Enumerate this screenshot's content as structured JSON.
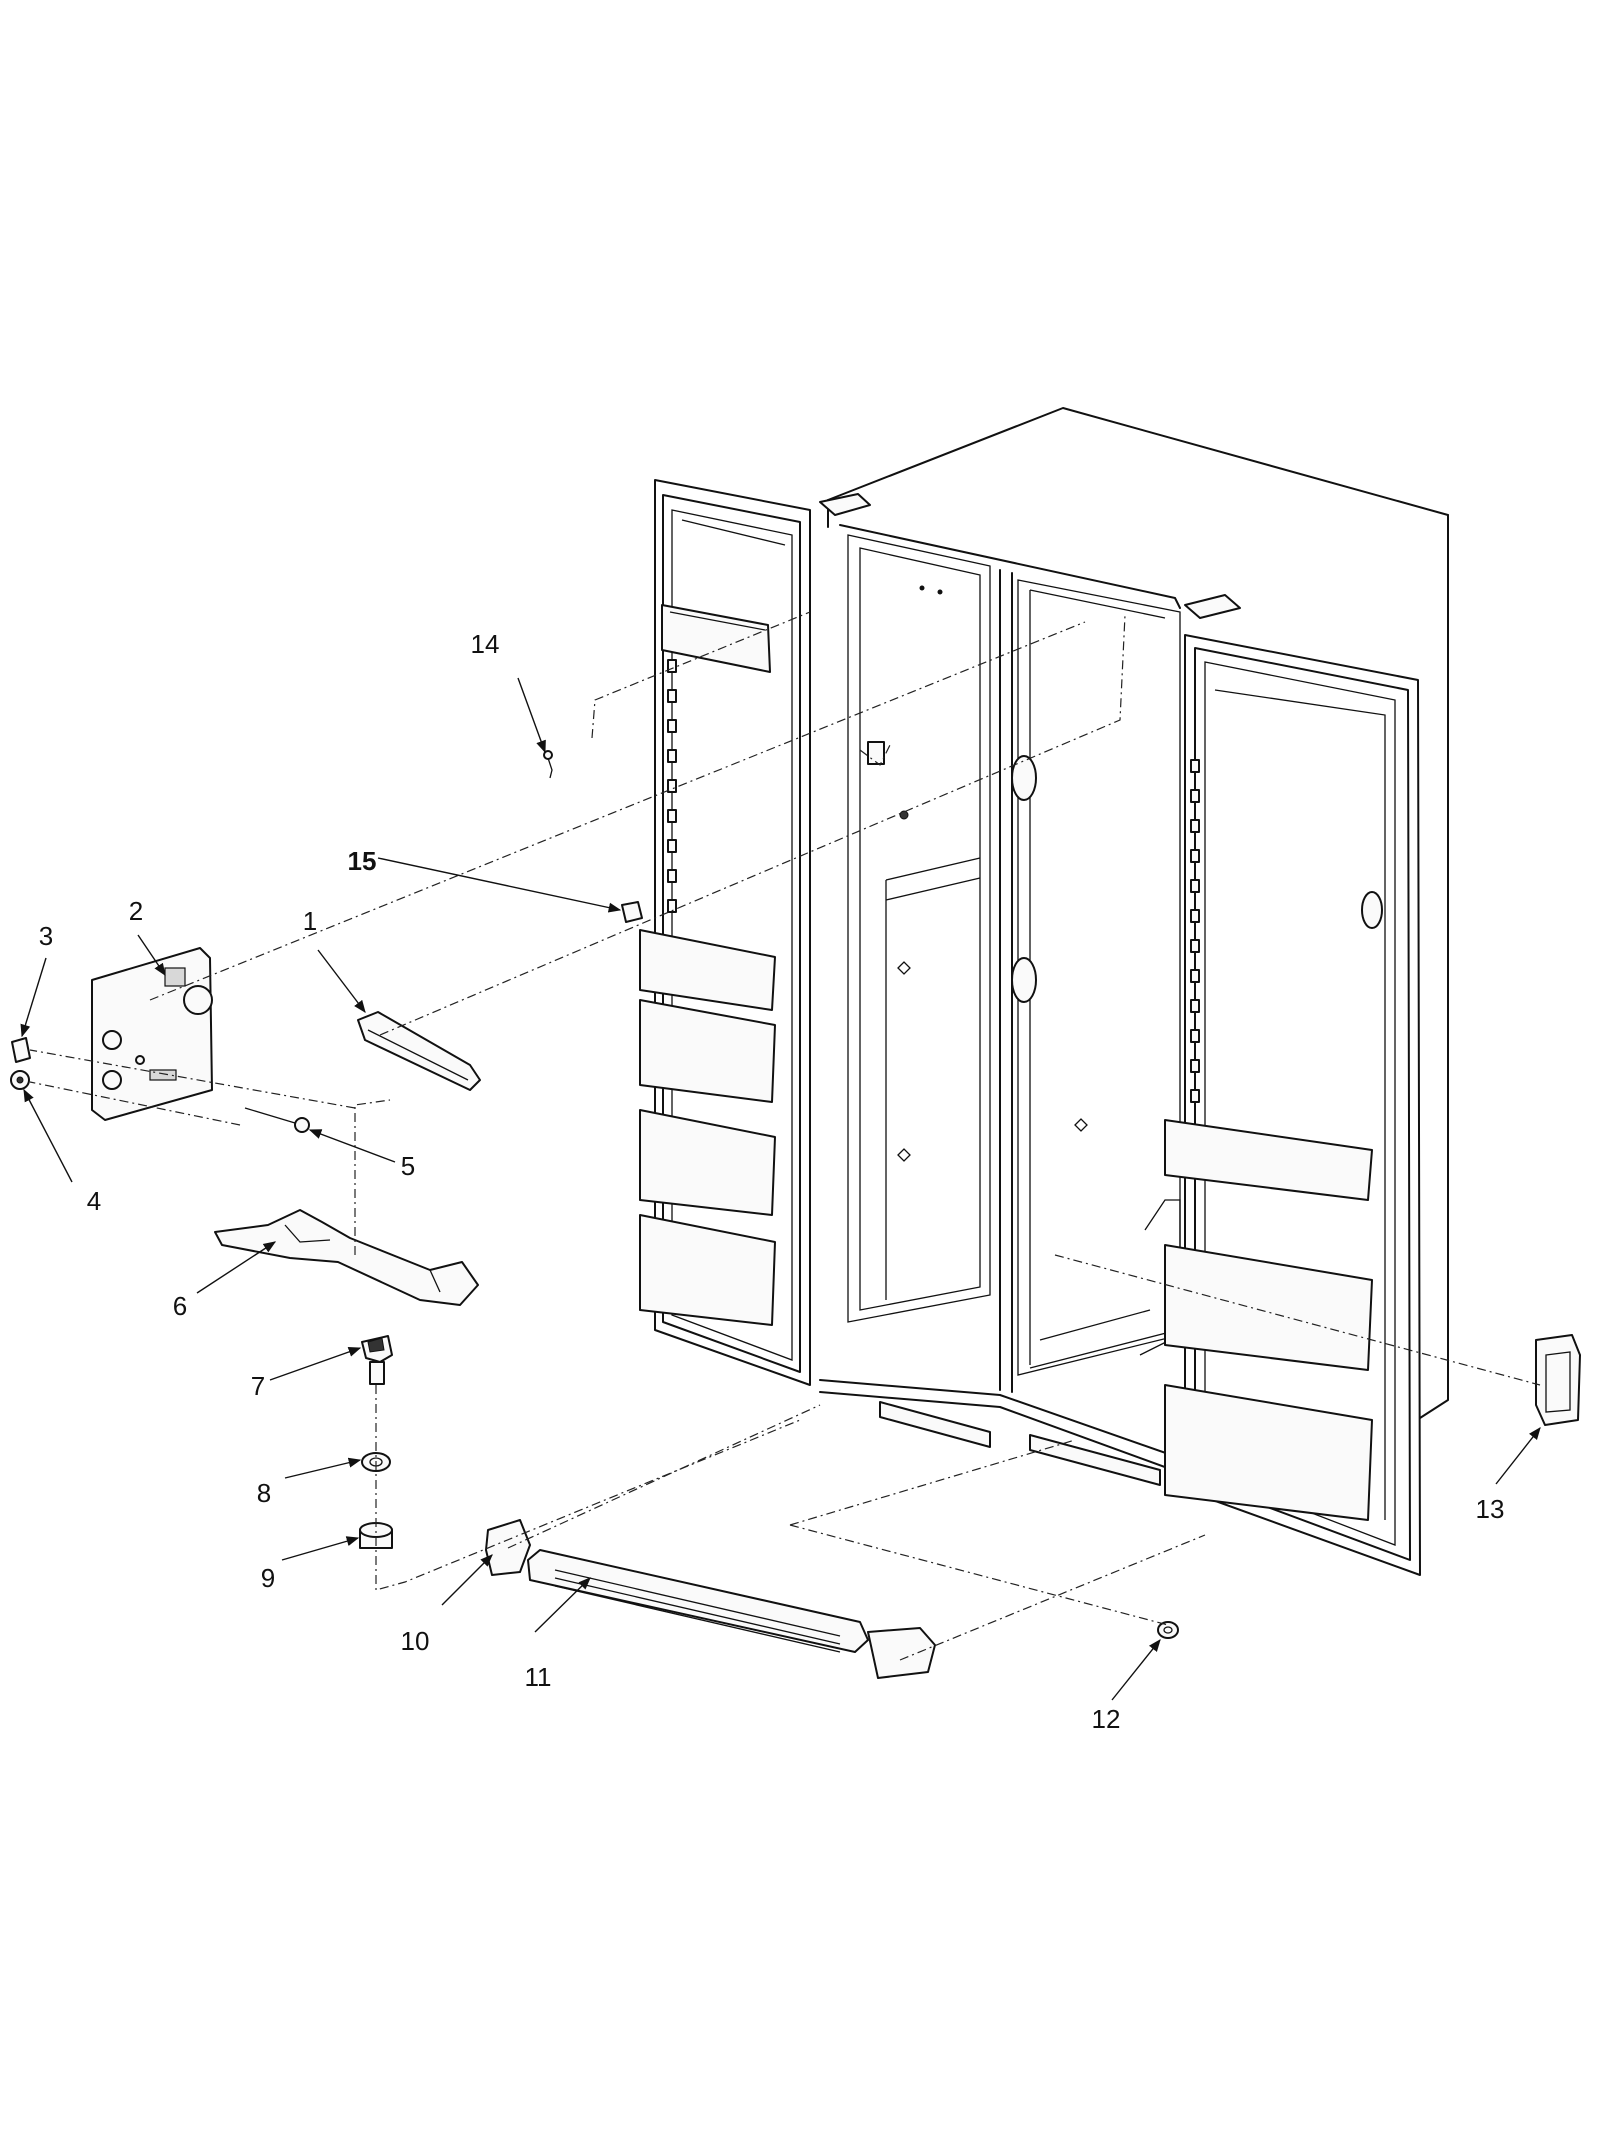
{
  "callouts": [
    {
      "id": "1",
      "label": "1",
      "bold": false
    },
    {
      "id": "2",
      "label": "2",
      "bold": false
    },
    {
      "id": "3",
      "label": "3",
      "bold": false
    },
    {
      "id": "4",
      "label": "4",
      "bold": false
    },
    {
      "id": "5",
      "label": "5",
      "bold": false
    },
    {
      "id": "6",
      "label": "6",
      "bold": false
    },
    {
      "id": "7",
      "label": "7",
      "bold": false
    },
    {
      "id": "8",
      "label": "8",
      "bold": false
    },
    {
      "id": "9",
      "label": "9",
      "bold": false
    },
    {
      "id": "10",
      "label": "10",
      "bold": false
    },
    {
      "id": "11",
      "label": "11",
      "bold": false
    },
    {
      "id": "12",
      "label": "12",
      "bold": false
    },
    {
      "id": "13",
      "label": "13",
      "bold": false
    },
    {
      "id": "14",
      "label": "14",
      "bold": false
    },
    {
      "id": "15",
      "label": "15",
      "bold": true
    }
  ]
}
